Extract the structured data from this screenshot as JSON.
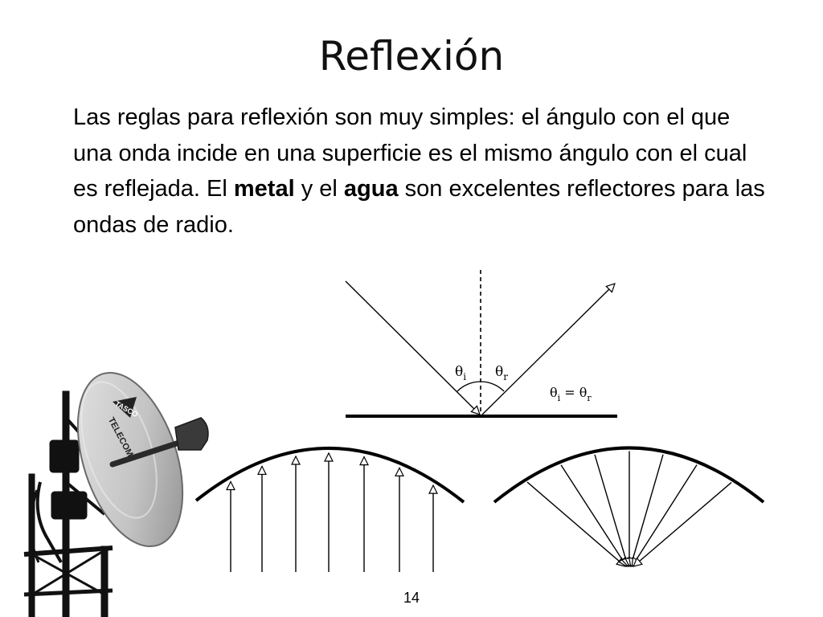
{
  "slide": {
    "title": "Reflexión",
    "page_number": "14"
  },
  "paragraph": {
    "segment_1": "Las reglas para reflexión son muy simples: el ángulo con el que una onda incide en una superficie es el mismo ángulo con el cual es reflejada. El ",
    "bold_1": "metal",
    "segment_2": " y el ",
    "bold_2": "agua",
    "segment_3": " son excelentes reflectores para las ondas de radio."
  },
  "diagram_labels": {
    "incident_angle_symbol": "θ",
    "incident_angle_sub": "i",
    "reflected_angle_symbol": "θ",
    "reflected_angle_sub": "r",
    "equation_left": "θ",
    "equation_left_sub": "i",
    "equation_eq": " = ",
    "equation_right": "θ",
    "equation_right_sub": "r"
  },
  "dish_logo": {
    "brand_top": "TASCO",
    "brand_bottom": "TELECOM"
  },
  "colors": {
    "ink": "#000000",
    "dish_light": "#d6d6d6",
    "dish_dark": "#7d7d7d"
  }
}
